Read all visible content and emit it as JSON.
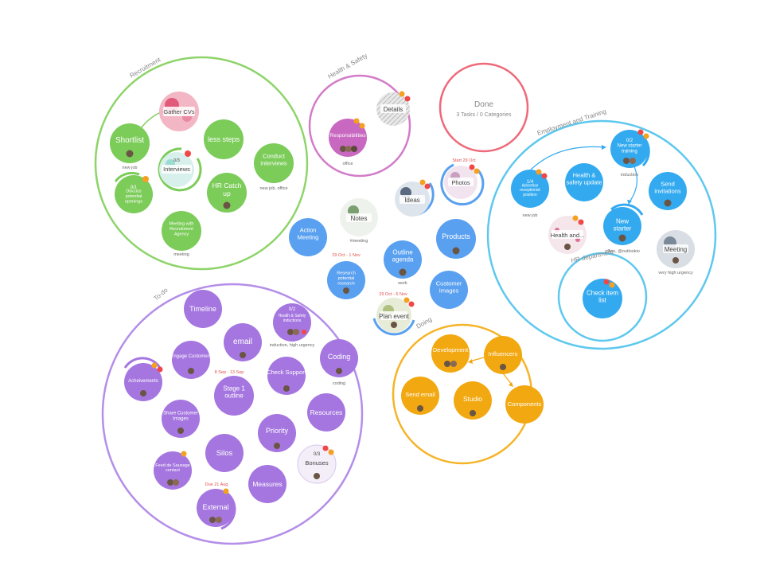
{
  "colors": {
    "recruitment": "#8ed46a",
    "recruitment_node": "#7ccc5a",
    "health": "#d27cc8",
    "health_node": "#c868c0",
    "done": "#ee6a7a",
    "training": "#5ec8ee",
    "training_node": "#33aaf0",
    "todo": "#b48ee8",
    "todo_node": "#a576e0",
    "doing": "#f5b428",
    "doing_node": "#f2a810",
    "free_node": "#5aa0f0",
    "flag_red": "#f04848",
    "flag_orange": "#f5a020"
  },
  "categories": {
    "recruitment": "Recruitment",
    "health": "Health & Safety",
    "done_title": "Done",
    "done_sub": "3 Tasks / 0 Categories",
    "training": "Employment and Training",
    "hr": "HR department",
    "todo": "To-do",
    "doing": "Doing"
  },
  "tasks": {
    "gather_cvs": "Gather CVs",
    "shortlist": "Shortlist",
    "shortlist_tag": "new job",
    "less_steps": "less steps",
    "interviews": "Interviews",
    "interviews_count": "0/3",
    "conduct": "Conduct interviews",
    "conduct_tag": "new job, office",
    "discuss": "Discuss potential openings",
    "discuss_count": "0/1",
    "hr_catchup": "HR Catch up",
    "meeting_rec": "Meeting with Recruitment Agency",
    "meeting_rec_tag": "meeting",
    "details": "Details",
    "responsibilities": "Responsibilities",
    "responsibilities_tag": "office",
    "photos": "Photos",
    "photos_due": "Start 29 Oct",
    "ideas": "Ideas",
    "notes": "Notes",
    "notes_tag": "#meeting",
    "action_meeting": "Action Meeting",
    "products": "Products",
    "outline_agenda": "Outline agenda",
    "outline_tag": "work",
    "research": "Research potential research",
    "research_due": "29 Oct - 1 Nov",
    "customer_images": "Customer Images",
    "plan_event": "Plan event",
    "plan_due": "29 Oct - 6 Nov",
    "advertise": "Advertise receptionist position",
    "advertise_count": "1/4",
    "advertise_tag": "new job",
    "health_update": "Health & safety update",
    "new_training": "New starter training",
    "new_training_count": "0/2",
    "new_training_tag": "induction",
    "send_invitations": "Send invitations",
    "health_and": "Health and...",
    "new_starter": "New starter",
    "new_starter_tag": "office, @outlookio",
    "meeting_tr": "Meeting",
    "meeting_tr_tag": "very high urgency",
    "check_item": "Check item list",
    "timeline": "Timeline",
    "email": "email",
    "hs_inductions": "Health & Safety inductions",
    "hs_count": "0/2",
    "hs_tag": "induction, high urgency",
    "engage": "Engage Customers",
    "coding": "Coding",
    "coding_tag": "coding",
    "achievements": "Acheivements",
    "stage1": "Stage 1 outline",
    "stage1_due": "8 Sep - 13 Sep",
    "check_support": "Check Support",
    "resources": "Resources",
    "share_images": "Share Customer Images",
    "priority": "Priority",
    "silos": "Silos",
    "bonuses": "Bonuses",
    "bonuses_count": "0/3",
    "feed": "Feed de Sausage contact",
    "measures": "Measures",
    "external": "External",
    "external_due": "Due 21 Aug",
    "development": "Development",
    "influencers": "Influencers",
    "send_email": "Send email",
    "studio": "Studio",
    "components": "Components"
  }
}
